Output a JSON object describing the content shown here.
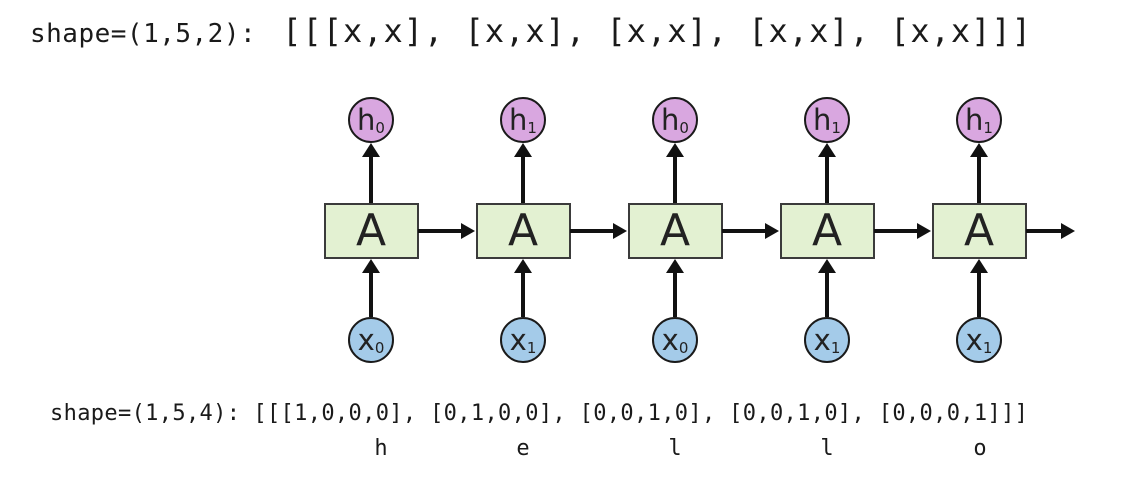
{
  "top_caption": {
    "shape_label": "shape=(1,5,2):",
    "array_text": "[[[x,x], [x,x], [x,x], [x,x], [x,x]]]"
  },
  "bottom_caption": {
    "shape_label": "shape=(1,5,4):",
    "array_text": "[[[1,0,0,0], [0,1,0,0], [0,0,1,0], [0,0,1,0], [0,0,0,1]]]",
    "letters": [
      "h",
      "e",
      "l",
      "l",
      "o"
    ]
  },
  "diagram": {
    "columns": [
      {
        "cell": "A",
        "h_base": "h",
        "h_sub": "0",
        "x_base": "x",
        "x_sub": "0"
      },
      {
        "cell": "A",
        "h_base": "h",
        "h_sub": "1",
        "x_base": "x",
        "x_sub": "1"
      },
      {
        "cell": "A",
        "h_base": "h",
        "h_sub": "0",
        "x_base": "x",
        "x_sub": "0"
      },
      {
        "cell": "A",
        "h_base": "h",
        "h_sub": "1",
        "x_base": "x",
        "x_sub": "1"
      },
      {
        "cell": "A",
        "h_base": "h",
        "h_sub": "1",
        "x_base": "x",
        "x_sub": "1"
      }
    ],
    "colors": {
      "h_fill": "#d9a7e0",
      "x_fill": "#a4cbe9",
      "cell_fill": "#e3f1d2",
      "stroke": "#1a1a1a",
      "cell_border": "#3b3b3b",
      "arrow": "#111111",
      "text": "#1a1a1a"
    }
  }
}
